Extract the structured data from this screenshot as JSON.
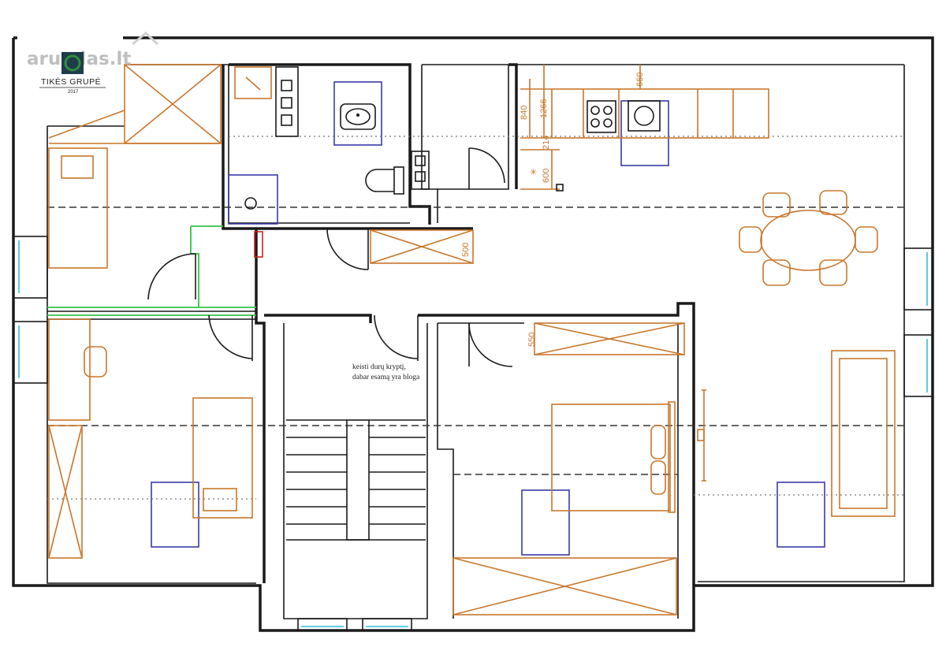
{
  "logo": {
    "brand_text": "aruodas.lt",
    "company": "TIKĖS GRUPĖ",
    "year": "2017",
    "colors": {
      "mark": "#2f8f3a",
      "text": "#bfbfbf"
    }
  },
  "dimensions": {
    "d840": "840",
    "d1266": "1266",
    "d660": "660",
    "d214": "214",
    "d600": "600",
    "d500": "500",
    "d550": "550"
  },
  "note": {
    "line1": "keisti durų kryptį,",
    "line2": "dabar esamą yra bloga"
  },
  "colors": {
    "walls": "#1a1a1a",
    "furniture": "#c8772c",
    "windows_roof": "#3a3aa8",
    "partitions": "#34c24a",
    "windows": "#4cc7d9"
  }
}
